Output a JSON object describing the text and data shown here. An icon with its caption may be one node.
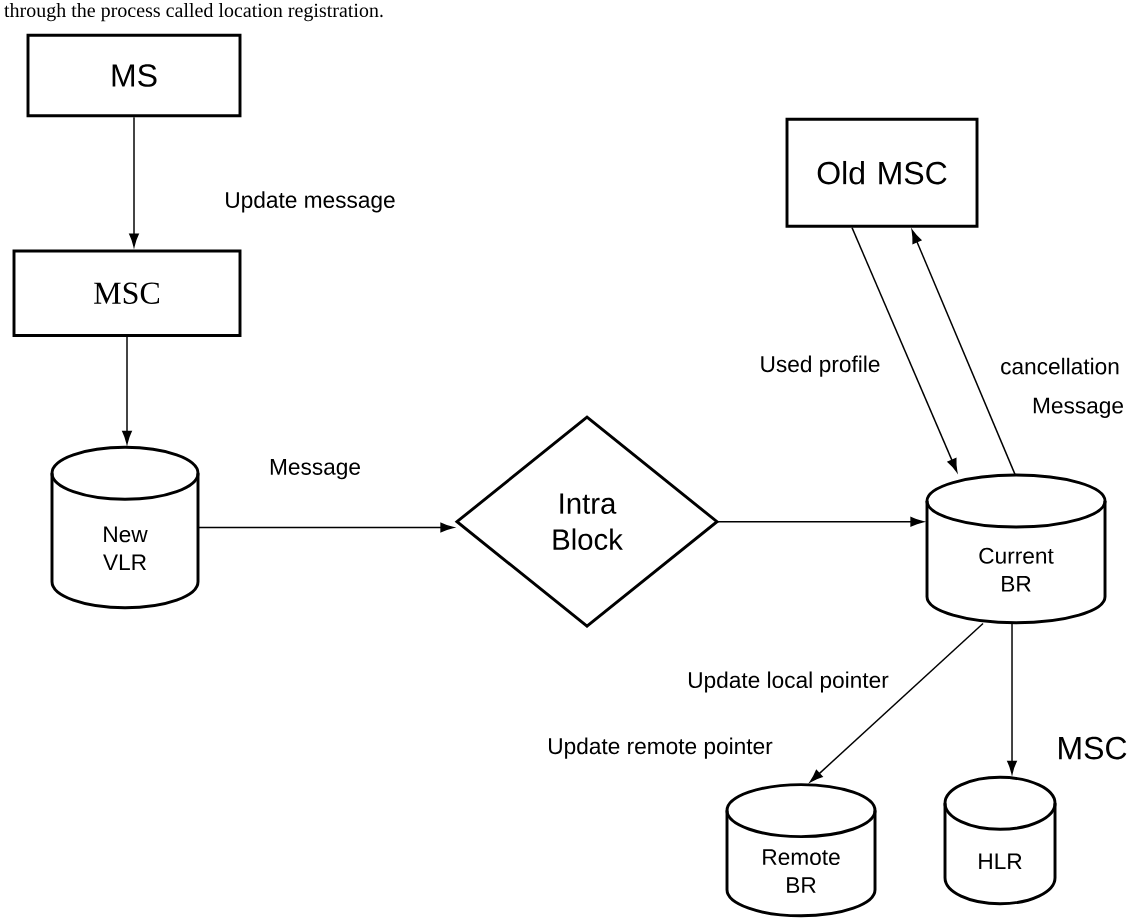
{
  "diagram": {
    "nodes": [
      {
        "text": [
          "MS"
        ]
      },
      {
        "text": [
          "MSC"
        ]
      },
      {
        "text": [
          "New VLR"
        ]
      },
      {
        "text": [
          "Intra Block"
        ]
      },
      {
        "text": [
          "Old MSC"
        ]
      },
      {
        "text": [
          "Current BR"
        ]
      },
      {
        "text": [
          "Remote BR"
        ]
      },
      {
        "text": [
          "HLR"
        ]
      }
    ],
    "edges": [
      {
        "from": 0,
        "to": 1,
        "arrow": "to",
        "label": "Update message"
      },
      {
        "from": 1,
        "to": 2,
        "arrow": "to"
      },
      {
        "from": 2,
        "to": 3,
        "arrow": "to",
        "label": "Message"
      },
      {
        "from": 3,
        "to": 5,
        "arrow": "to"
      },
      {
        "from": 4,
        "to": 5,
        "arrow": "to",
        "label": "Used profile"
      },
      {
        "from": 5,
        "to": 4,
        "arrow": "to",
        "label": "cancellation"
      },
      {
        "from": 5,
        "to": 6,
        "arrow": "to",
        "label": "Update remote pointer"
      },
      {
        "from": 5,
        "to": 7,
        "arrow": "to",
        "label": "MSC"
      }
    ],
    "labels": [
      "through the process called location registration.",
      "Message",
      "Update local pointer"
    ]
  }
}
